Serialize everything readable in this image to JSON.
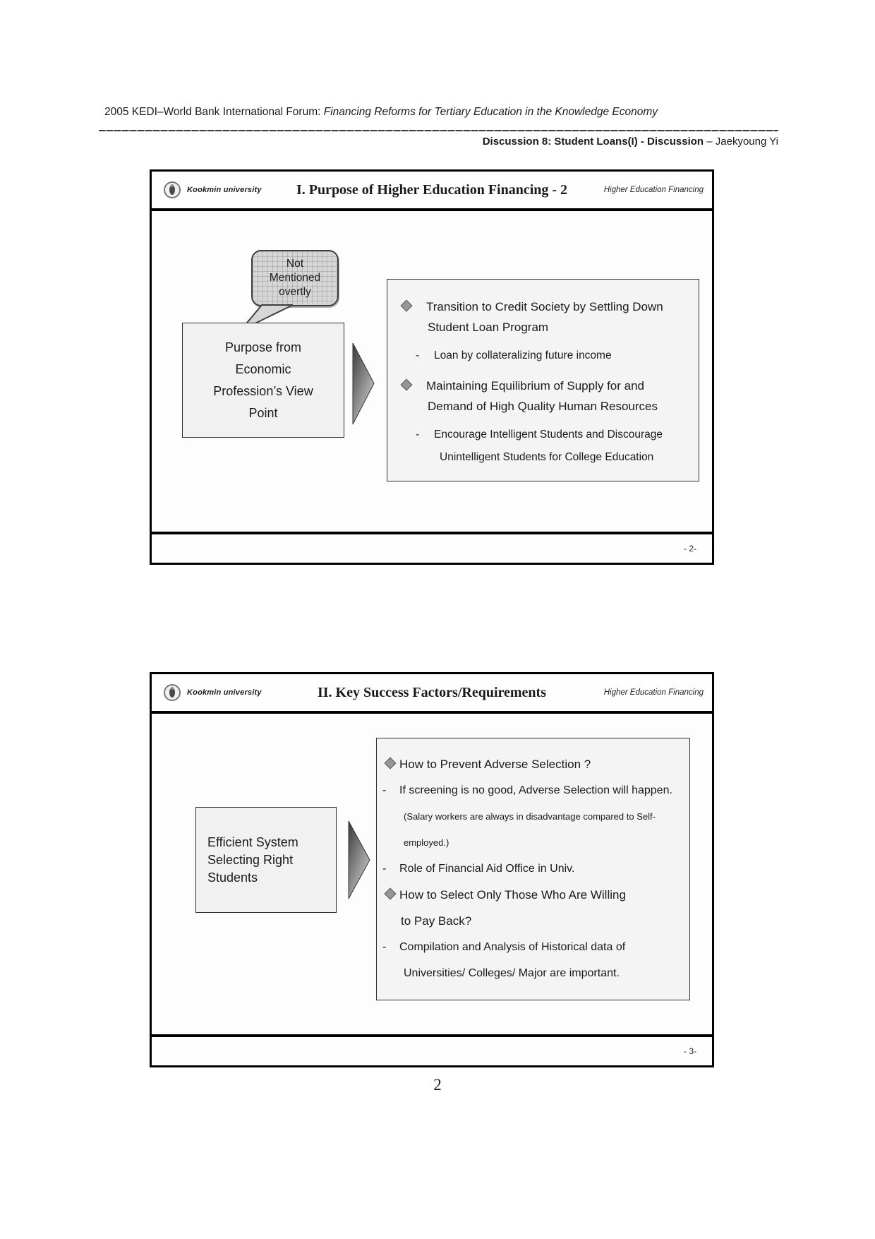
{
  "page": {
    "forum_prefix": "2005 KEDI–World Bank International Forum:",
    "forum_title_italic": " Financing Reforms for Tertiary Education in the Knowledge Economy",
    "discussion_bold": "Discussion 8: Student Loans(I) -  Discussion",
    "discussion_author": " – Jaekyoung Yi",
    "page_number": "2"
  },
  "slide1": {
    "brand": "Kookmin university",
    "title": "I. Purpose of Higher Education Financing - 2",
    "corner_label": "Higher Education Financing",
    "bubble_text": "Not\nMentioned\novertly",
    "left_box_text": "Purpose from\nEconomic\nProfession’s View\nPoint",
    "bullets": [
      {
        "level": 1,
        "text": "Transition to Credit Society by Settling Down\nStudent Loan Program"
      },
      {
        "level": 2,
        "dash": "-",
        "text": "Loan by collateralizing future income"
      },
      {
        "level": 1,
        "text": "Maintaining Equilibrium of Supply for and\nDemand of High Quality Human Resources"
      },
      {
        "level": 2,
        "dash": "-",
        "text": "Encourage Intelligent Students and Discourage\nUnintelligent Students for College Education"
      }
    ],
    "footer_page": "- 2-"
  },
  "slide2": {
    "brand": "Kookmin university",
    "title": "II. Key Success Factors/Requirements",
    "corner_label": "Higher Education Financing",
    "left_box_text": "Efficient System\nSelecting Right\nStudents",
    "bullets": [
      {
        "level": 1,
        "text": "How to Prevent Adverse Selection ?"
      },
      {
        "level": 2,
        "dash": "-",
        "text": "If screening is no good, Adverse Selection will happen.",
        "note": "(Salary workers are always in disadvantage compared to Self- employed.)"
      },
      {
        "level": 2,
        "dash": "-",
        "text": "Role of Financial Aid Office in Univ."
      },
      {
        "level": 1,
        "text": "How to Select Only Those Who Are Willing\nto Pay Back?"
      },
      {
        "level": 2,
        "dash": "-",
        "text": "Compilation and Analysis of Historical data of\nUniversities/ Colleges/ Major are important."
      }
    ],
    "footer_page": "- 3-"
  },
  "colors": {
    "bubble_fill": "#d6d6d6",
    "box_fill": "#f1f1f1",
    "content_fill": "#f4f4f4",
    "arrow_dark": "#3a3a3a",
    "arrow_light": "#d2d2d2",
    "diamond_fill": "#979797"
  }
}
